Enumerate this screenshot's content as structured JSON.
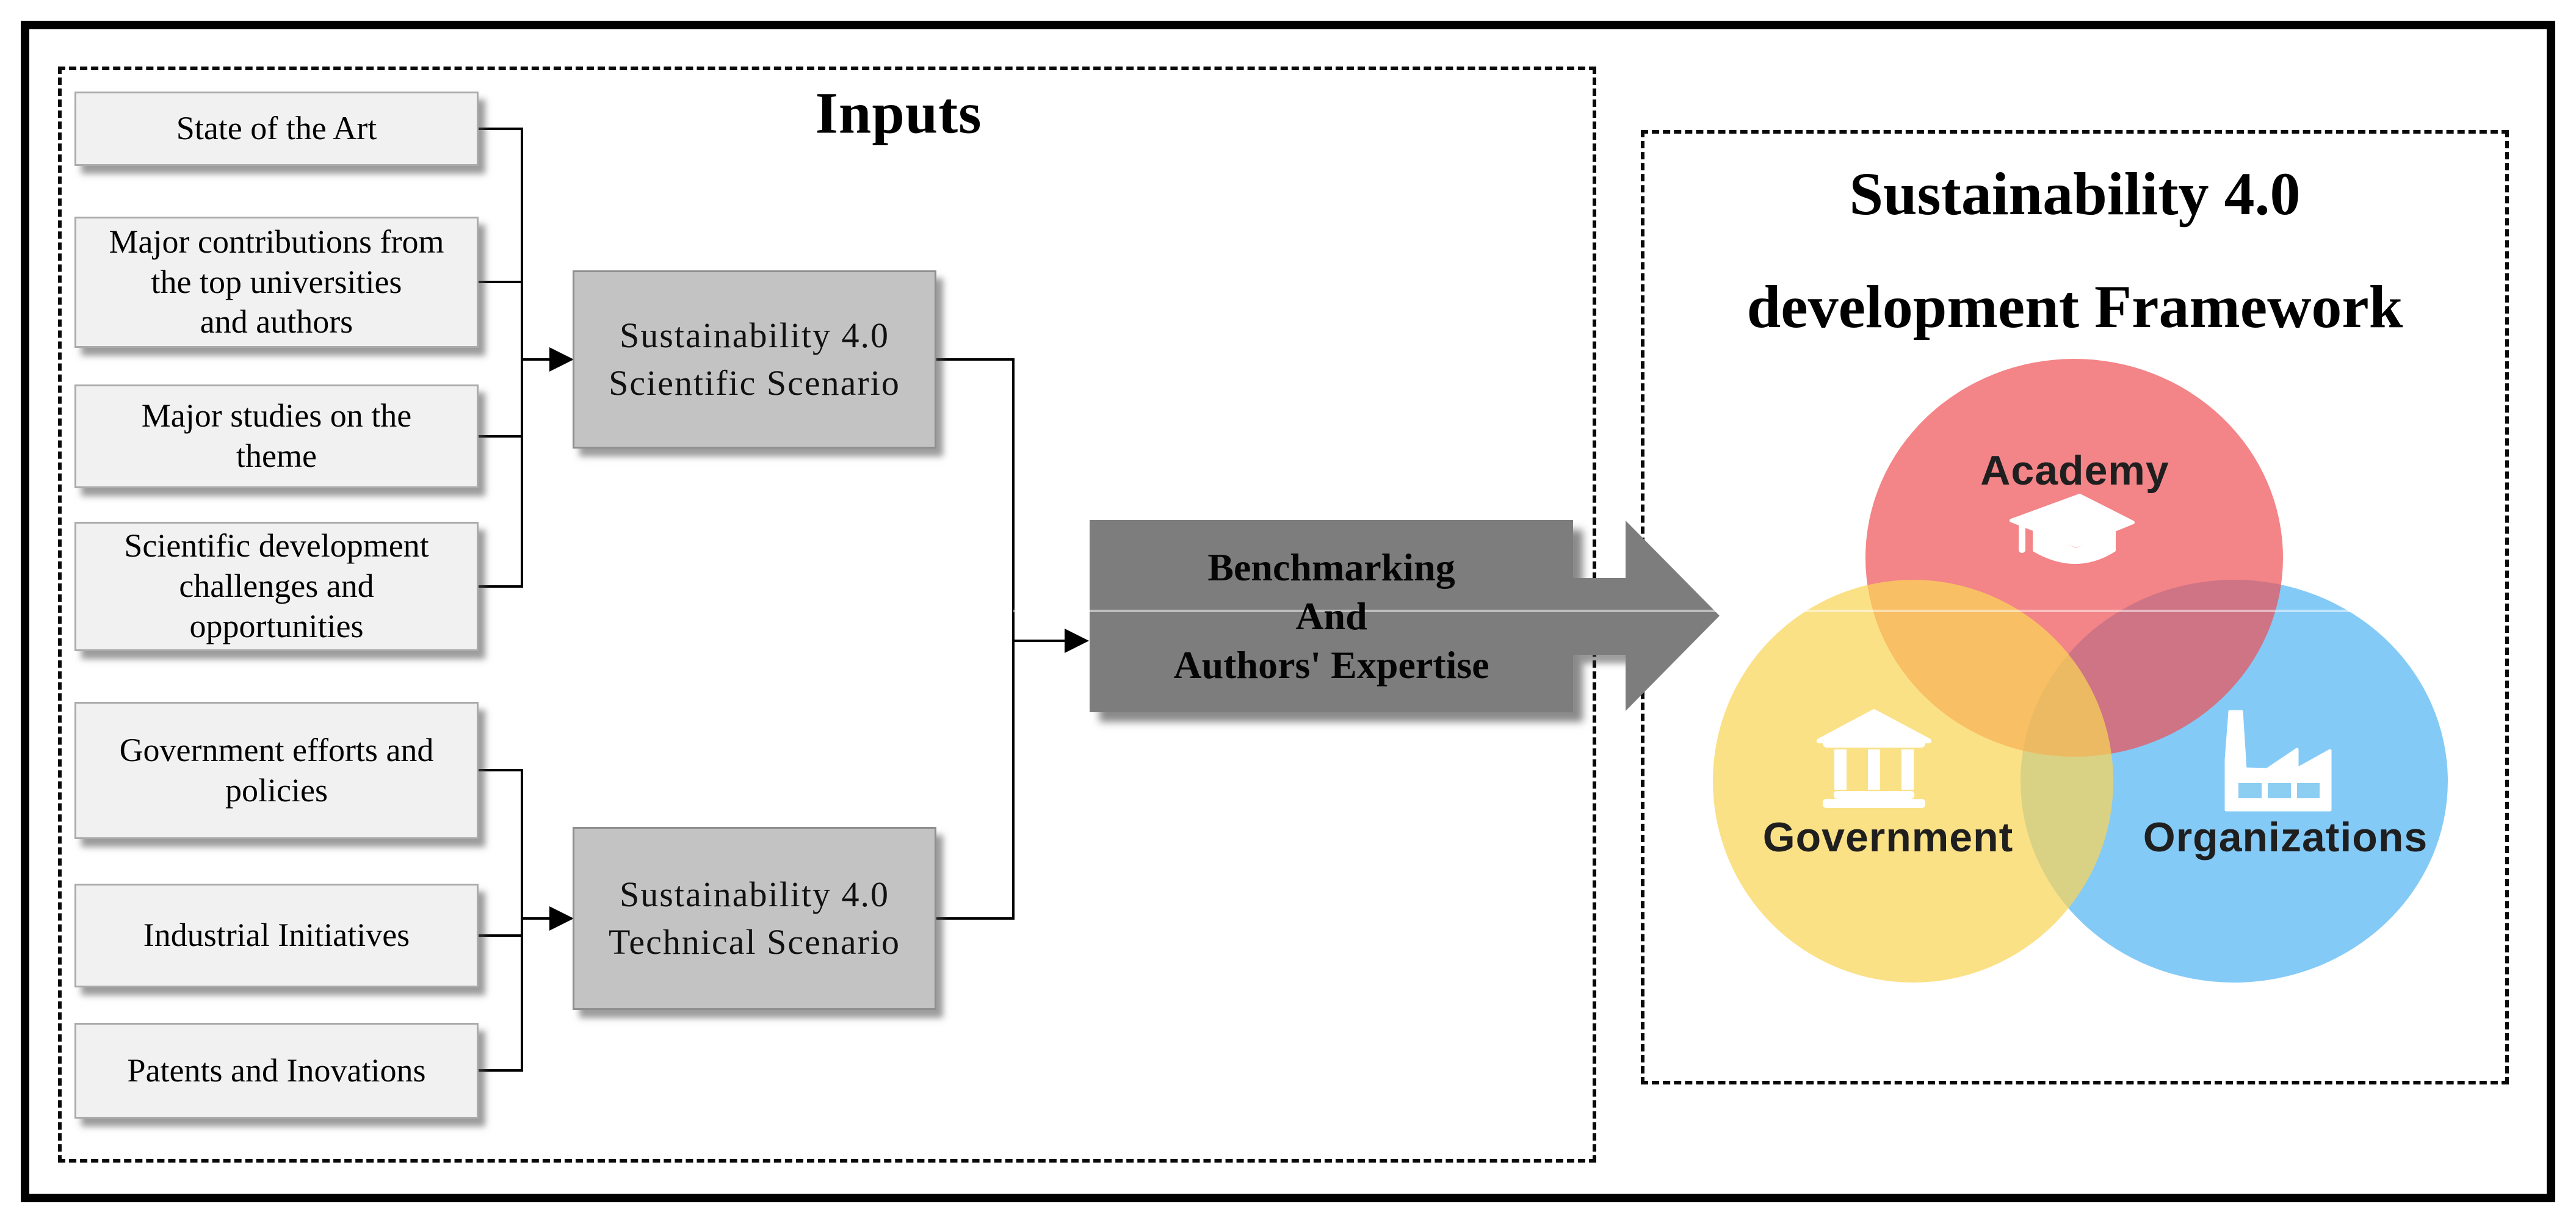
{
  "inputs_panel": {
    "title": "Inputs",
    "source_boxes": [
      {
        "label": "State of the Art"
      },
      {
        "label": "Major contributions from\nthe top universities\nand authors"
      },
      {
        "label": "Major studies on the\ntheme"
      },
      {
        "label": "Scientific development\nchallenges and\nopportunities"
      },
      {
        "label": "Government efforts and\npolicies"
      },
      {
        "label": "Industrial Initiatives"
      },
      {
        "label": "Patents and Inovations"
      }
    ],
    "scenario_boxes": [
      {
        "label": "Sustainability 4.0\nScientific Scenario"
      },
      {
        "label": "Sustainability 4.0\nTechnical Scenario"
      }
    ]
  },
  "process_arrow": {
    "label": "Benchmarking\nAnd\nAuthors' Expertise",
    "fill_color": "#7d7d7d"
  },
  "framework_panel": {
    "title": "Sustainability 4.0\ndevelopment Framework",
    "venn": {
      "circles": [
        {
          "name": "Academy",
          "label": "Academy",
          "color": "#F3797D",
          "fill": "rgba(238,80,84,0.70)",
          "icon": "graduation-cap"
        },
        {
          "name": "Government",
          "label": "Government",
          "color": "#FBE59E",
          "fill": "rgba(250,213,88,0.72)",
          "icon": "government-building"
        },
        {
          "name": "Organizations",
          "label": "Organizations",
          "color": "#8CCDF2",
          "fill": "rgba(80,180,243,0.70)",
          "icon": "factory"
        }
      ],
      "overlap_colors": {
        "academy_government": "#F2A45F",
        "academy_organizations": "#C7737D",
        "government_organizations": "#C6D2A0"
      }
    }
  },
  "style_colors": {
    "source_box_fill": "#f1f1f1",
    "scenario_box_fill": "#c3c3c3",
    "border_black": "#000000"
  }
}
